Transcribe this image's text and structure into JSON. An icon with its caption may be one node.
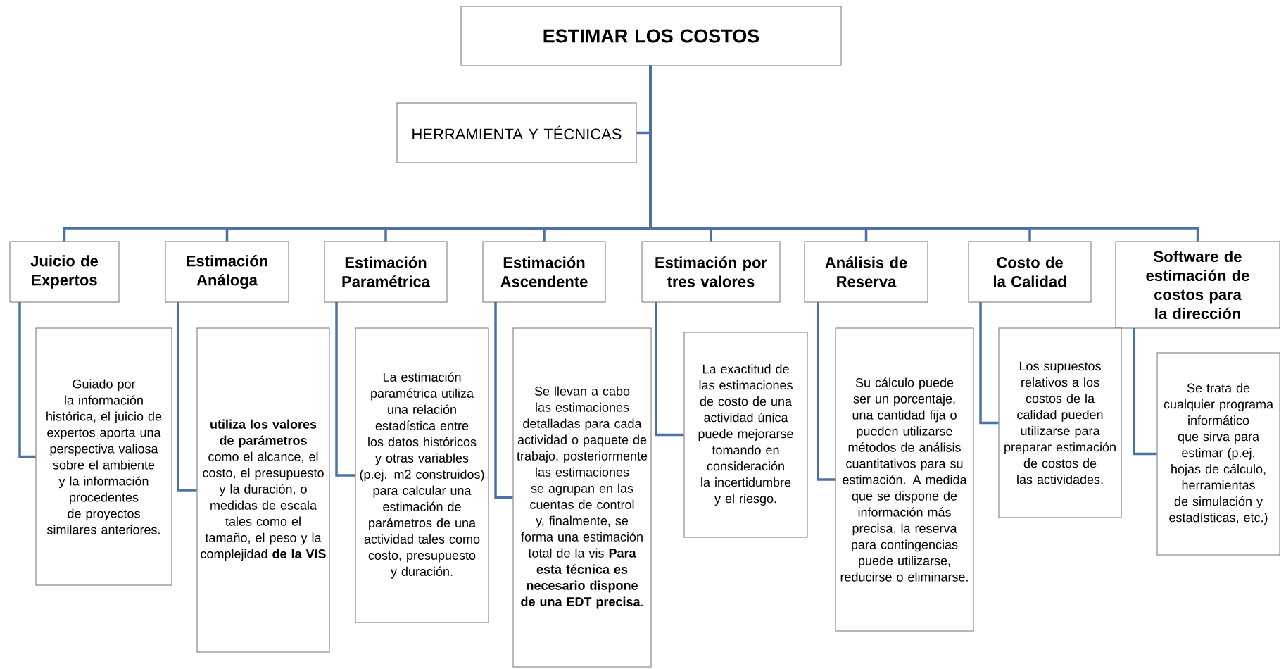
{
  "diagram": {
    "nodes": [
      {
        "text": [
          "ESTIMAR LOS COSTOS"
        ]
      },
      {
        "text": [
          "HERRAMIENTA Y TÉCNICAS"
        ]
      },
      {
        "text": [
          "Juicio de Expertos"
        ]
      },
      {
        "text": [
          "Estimación Análoga"
        ]
      },
      {
        "text": [
          "Estimación Paramétrica"
        ]
      },
      {
        "text": [
          "Estimación Ascendente"
        ]
      },
      {
        "text": [
          "Estimación por tres valores"
        ]
      },
      {
        "text": [
          "Análisis de Reserva"
        ]
      },
      {
        "text": [
          "Costo de la Calidad"
        ]
      },
      {
        "text": [
          "Software de estimación de costos para la dirección"
        ]
      },
      {
        "text": [
          "Guiado por la información histórica, el juicio de expertos aporta una perspectiva valiosa sobre el ambiente y la información procedentes de proyectos similares anteriores."
        ]
      },
      {
        "text": [
          "**utiliza los valores de parámetros** como el alcance, el costo, el presupuesto y la duración, o medidas de escala tales como el tamaño, el peso y la complejidad **de la VIS**"
        ]
      },
      {
        "text": [
          "La estimación paramétrica utiliza una relación estadística entre los datos históricos y otras variables (p.ej. m2 construidos) para calcular una estimación de parámetros de una actividad tales como costo, presupuesto y duración."
        ]
      },
      {
        "text": [
          "Se llevan a cabo las estimaciones detalladas para cada actividad o paquete de trabajo, posteriormente las estimaciones se agrupan en las cuentas de control y, finalmente, se forma una estimación total de la vis **Para esta técnica es necesario dispone de una EDT precisa**."
        ]
      },
      {
        "text": [
          "La exactitud de las estimaciones de costo de una actividad única puede mejorarse tomando en consideración la incertidumbre y el riesgo."
        ]
      },
      {
        "text": [
          "Su cálculo puede ser un porcentaje, una cantidad fija o pueden utilizarse métodos de análisis cuantitativos para su estimación. A medida que se dispone de información más precisa, la reserva para contingencias puede utilizarse, reducirse o eliminarse."
        ]
      },
      {
        "text": [
          "Los supuestos relativos a los costos de la calidad pueden utilizarse para preparar estimación de costos de las actividades."
        ]
      },
      {
        "text": [
          "Se trata de cualquier programa informático que sirva para estimar (p.ej. hojas de cálculo, herramientas de simulación y estadísticas, etc.)"
        ]
      }
    ],
    "edges": [
      {
        "from": 0,
        "to": 1,
        "arrow": "none"
      },
      {
        "from": 0,
        "to": 2,
        "arrow": "none"
      },
      {
        "from": 0,
        "to": 3,
        "arrow": "none"
      },
      {
        "from": 0,
        "to": 4,
        "arrow": "none"
      },
      {
        "from": 0,
        "to": 5,
        "arrow": "none"
      },
      {
        "from": 0,
        "to": 6,
        "arrow": "none"
      },
      {
        "from": 0,
        "to": 7,
        "arrow": "none"
      },
      {
        "from": 0,
        "to": 8,
        "arrow": "none"
      },
      {
        "from": 0,
        "to": 9,
        "arrow": "none"
      },
      {
        "from": 2,
        "to": 10,
        "arrow": "none"
      },
      {
        "from": 3,
        "to": 11,
        "arrow": "none"
      },
      {
        "from": 4,
        "to": 12,
        "arrow": "none"
      },
      {
        "from": 5,
        "to": 13,
        "arrow": "none"
      },
      {
        "from": 6,
        "to": 14,
        "arrow": "none"
      },
      {
        "from": 7,
        "to": 15,
        "arrow": "none"
      },
      {
        "from": 8,
        "to": 16,
        "arrow": "none"
      },
      {
        "from": 9,
        "to": 17,
        "arrow": "none"
      }
    ]
  }
}
